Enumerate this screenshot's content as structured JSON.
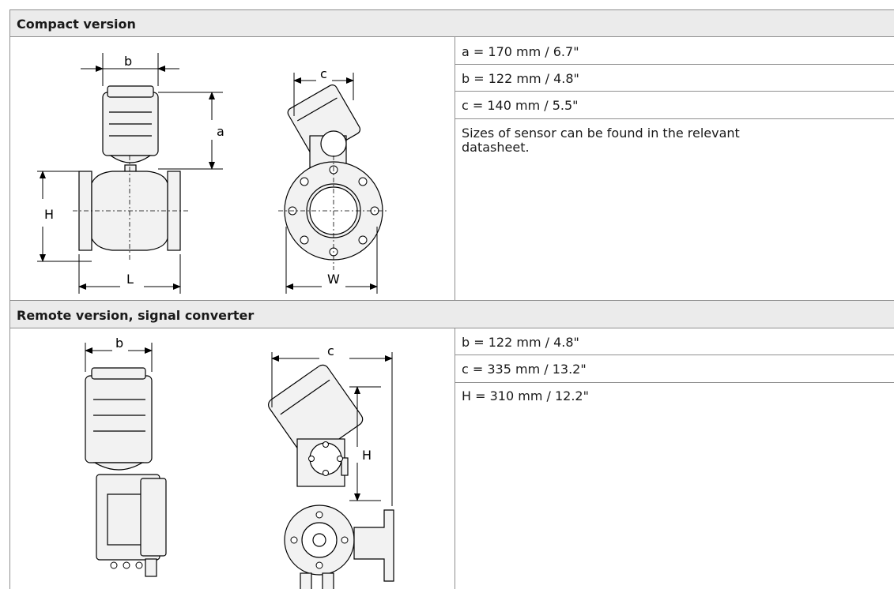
{
  "compact": {
    "header": "Compact version",
    "rows": [
      "a = 170 mm / 6.7\"",
      "b = 122 mm / 4.8\"",
      "c = 140 mm / 5.5\""
    ],
    "note": "Sizes of sensor can be found in the relevant datasheet.",
    "labels": {
      "a": "a",
      "b": "b",
      "c": "c",
      "H": "H",
      "L": "L",
      "W": "W"
    }
  },
  "remote": {
    "header": "Remote version, signal converter",
    "rows": [
      "b = 122 mm / 4.8\"",
      "c = 335 mm / 13.2\"",
      "H = 310 mm / 12.2\""
    ],
    "labels": {
      "b": "b",
      "c": "c",
      "H": "H"
    }
  }
}
